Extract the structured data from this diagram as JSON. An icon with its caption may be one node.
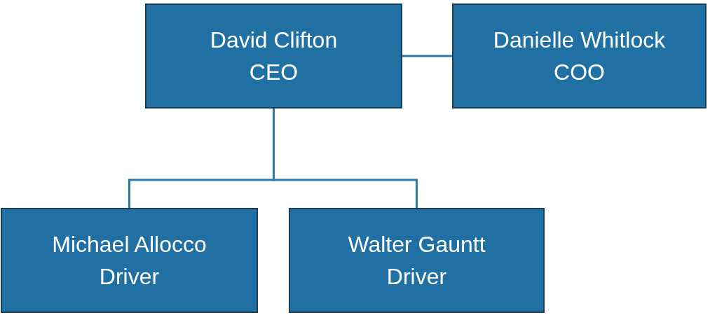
{
  "diagram": {
    "nodes": [
      {
        "text": [
          "David Clifton",
          "CEO"
        ]
      },
      {
        "text": [
          "Danielle Whitlock",
          "COO"
        ]
      },
      {
        "text": [
          "Michael Allocco",
          "Driver"
        ]
      },
      {
        "text": [
          "Walter Gauntt",
          "Driver"
        ]
      }
    ],
    "edges": [
      {
        "from": 0,
        "to": 1,
        "arrow": "none"
      },
      {
        "from": 0,
        "to": 2,
        "arrow": "none"
      },
      {
        "from": 0,
        "to": 3,
        "arrow": "none"
      }
    ]
  }
}
